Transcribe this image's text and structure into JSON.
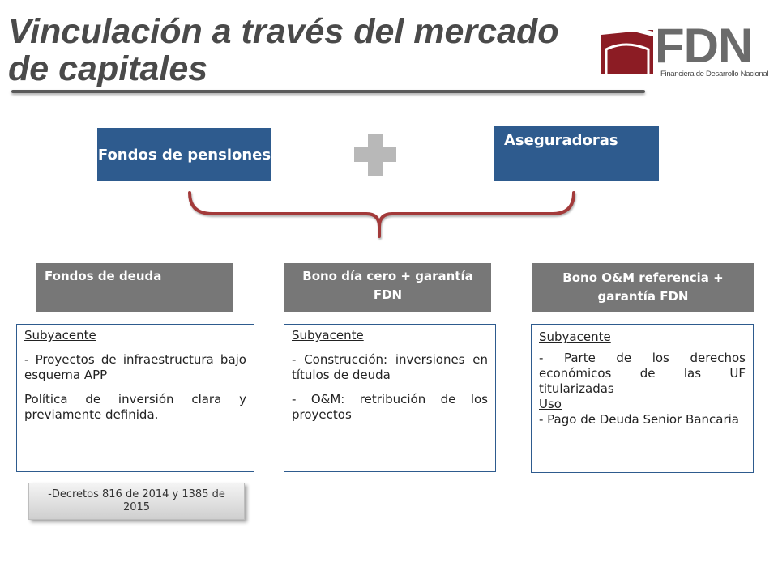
{
  "title": {
    "line1": "Vinculación a través del mercado",
    "line2": "de capitales"
  },
  "logo": {
    "text": "FDN",
    "subtitle": "Financiera de Desarrollo Nacional",
    "colors": {
      "mark": "#8c1c24",
      "text": "#6b6b6b"
    }
  },
  "sources": {
    "pensiones": "Fondos de pensiones",
    "aseguradoras": "Aseguradoras"
  },
  "instruments": [
    {
      "label": "Fondos de deuda"
    },
    {
      "label": "Bono día cero + garantía FDN"
    },
    {
      "label": "Bono O&M referencia + garantía FDN"
    }
  ],
  "panels": {
    "deuda": {
      "heading": "Subyacente",
      "item1": "- Proyectos de infraestructura bajo esquema APP",
      "item2": "Política de inversión clara y previamente definida."
    },
    "bono_cero": {
      "heading": "Subyacente",
      "item1": "- Construcción: inversiones en títulos de deuda",
      "item2": "- O&M: retribución de los proyectos"
    },
    "bono_om": {
      "heading": "Subyacente",
      "item1": "- Parte de los derechos económicos de las UF titularizadas",
      "uso_heading": "Uso",
      "item2": "- Pago de Deuda  Senior Bancaria"
    }
  },
  "note": "-Decretos 816 de 2014 y  1385 de 2015",
  "colors": {
    "blue": "#2e5b8e",
    "gray": "#777777",
    "brace": "#a33a3a",
    "plus": "#b8b8b8"
  }
}
